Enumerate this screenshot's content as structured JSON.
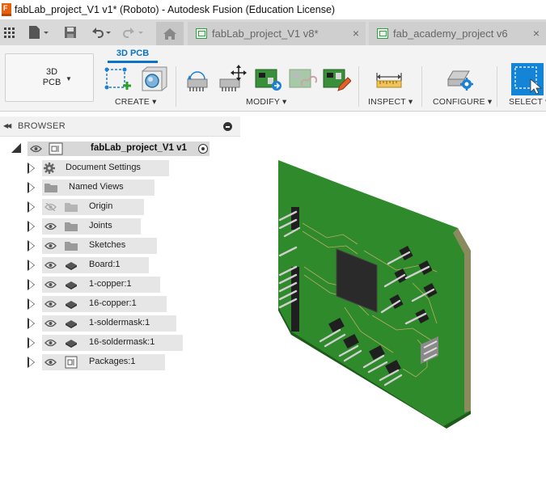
{
  "window": {
    "title": "fabLab_project_V1 v1* (Roboto) - Autodesk Fusion (Education License)"
  },
  "tabs": [
    {
      "label": "fabLab_project_V1 v8*",
      "close": "×"
    },
    {
      "label": "fab_academy_project v6",
      "close": "×"
    }
  ],
  "toolbar": {
    "workspace": {
      "label": "3D\nPCB",
      "line1": "3D",
      "line2": "PCB"
    },
    "active_tab": "3D PCB",
    "groups": {
      "create": "CREATE ▾",
      "modify": "MODIFY ▾",
      "inspect": "INSPECT ▾",
      "configure": "CONFIGURE ▾",
      "select": "SELECT ▾"
    }
  },
  "browser": {
    "title": "BROWSER",
    "root": {
      "label": "fabLab_project_V1 v1"
    },
    "items": [
      {
        "label": "Document Settings",
        "icon": "gear-icon"
      },
      {
        "label": "Named Views",
        "icon": "folder-icon"
      },
      {
        "label": "Origin",
        "icon": "folder-icon",
        "hidden": true
      },
      {
        "label": "Joints",
        "icon": "folder-icon"
      },
      {
        "label": "Sketches",
        "icon": "folder-icon"
      },
      {
        "label": "Board:1",
        "icon": "chip-icon"
      },
      {
        "label": "1-copper:1",
        "icon": "chip-icon"
      },
      {
        "label": "16-copper:1",
        "icon": "chip-icon"
      },
      {
        "label": "1-soldermask:1",
        "icon": "chip-icon"
      },
      {
        "label": "16-soldermask:1",
        "icon": "chip-icon"
      },
      {
        "label": "Packages:1",
        "icon": "package-icon"
      }
    ]
  },
  "colors": {
    "pcb_green": "#2e8a2a",
    "accent_blue": "#0a73c9",
    "fusion_orange": "#e8600f"
  }
}
